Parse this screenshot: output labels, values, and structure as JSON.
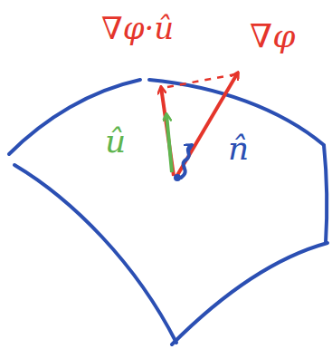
{
  "diagram": {
    "labels": [
      "∇φ·û",
      "∇φ",
      "û",
      "n̂"
    ]
  }
}
